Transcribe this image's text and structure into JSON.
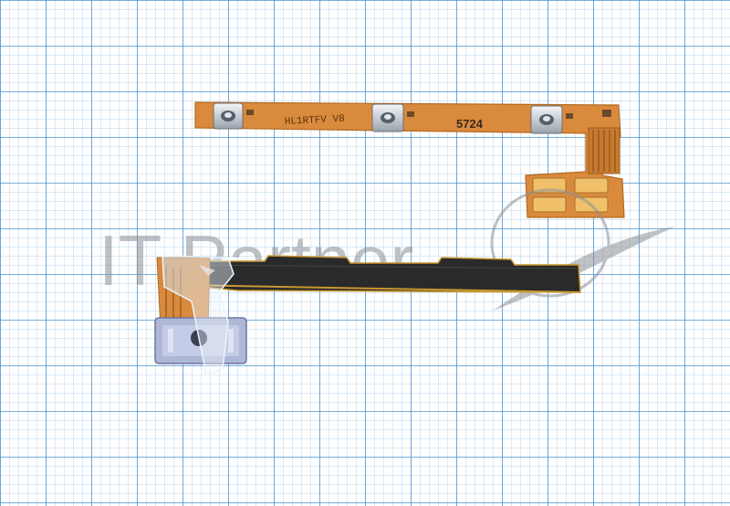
{
  "watermark": {
    "text": "IT Partner"
  },
  "flex_top": {
    "marking_1": "HL1RTFV V8",
    "marking_2": "5724"
  },
  "colors": {
    "grid_major": "#4a93cf",
    "grid_minor": "#a9cdea",
    "flex_copper": "#d98a3c",
    "flex_dark": "#2a2a2a",
    "contact_gold": "#e9b35a",
    "watermark_gray": "#8a8f96"
  }
}
